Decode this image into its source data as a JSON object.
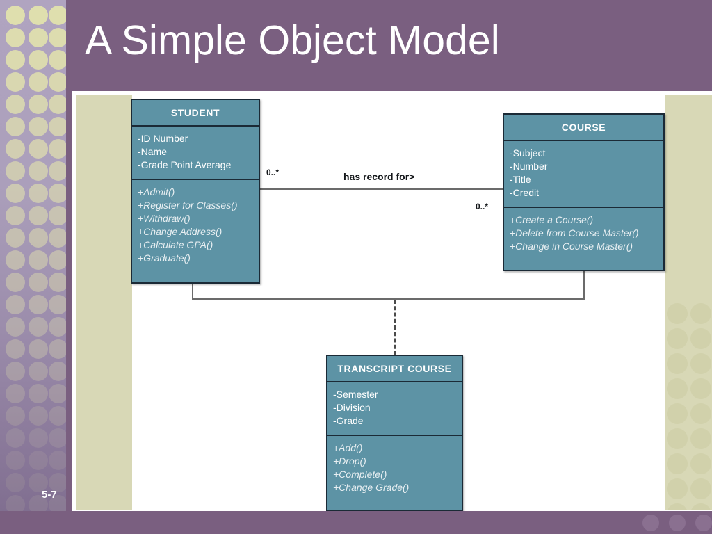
{
  "slide": {
    "title": "A Simple Object Model",
    "page_number": "5-7",
    "colors": {
      "header_purple": "#7a5f80",
      "band_beige": "#d8d8b6",
      "class_fill": "#5d93a5",
      "class_border": "#1b2a36",
      "sidebar_dot": "#dfdfae",
      "connector": "#6b6b6b"
    }
  },
  "diagram": {
    "type": "uml-class-diagram",
    "classes": [
      {
        "name": "STUDENT",
        "attributes": [
          "-ID Number",
          "-Name",
          "-Grade Point Average"
        ],
        "operations": [
          "+Admit()",
          "+Register for Classes()",
          "+Withdraw()",
          "+Change Address()",
          "+Calculate GPA()",
          "+Graduate()"
        ]
      },
      {
        "name": "COURSE",
        "attributes": [
          "-Subject",
          "-Number",
          "-Title",
          "-Credit"
        ],
        "operations": [
          "+Create a Course()",
          "+Delete from Course Master()",
          "+Change in Course Master()"
        ]
      },
      {
        "name": "TRANSCRIPT COURSE",
        "attributes": [
          "-Semester",
          "-Division",
          "-Grade"
        ],
        "operations": [
          "+Add()",
          "+Drop()",
          "+Complete()",
          "+Change Grade()"
        ]
      }
    ],
    "association": {
      "label": "has record for>",
      "source_multiplicity": "0..*",
      "target_multiplicity": "0..*",
      "association_class": "TRANSCRIPT COURSE"
    }
  }
}
